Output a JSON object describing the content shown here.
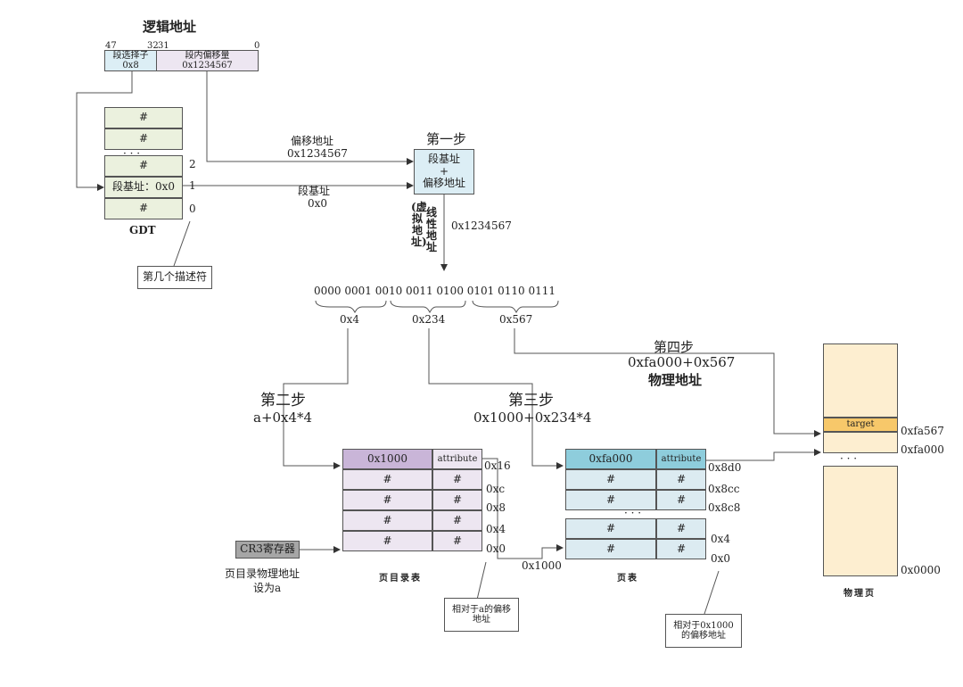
{
  "logical": {
    "title": "逻辑地址",
    "bit_47": "47",
    "bit_32": "32",
    "bit_31": "31",
    "bit_0": "0",
    "selector_label": "段选择子",
    "selector_value": "0x8",
    "offset_label": "段内偏移量",
    "offset_value": "0x1234567"
  },
  "gdt": {
    "title": "GDT",
    "cells": [
      "#",
      "#",
      "#",
      "段基址：0x0",
      "#"
    ],
    "dots": "· · ·",
    "indices": [
      "2",
      "1",
      "0"
    ],
    "note": "第几个描述符"
  },
  "step1": {
    "title": "第一步",
    "box_line1": "段基址",
    "box_plus": "+",
    "box_line2": "偏移地址",
    "offset_label": "偏移地址",
    "offset_value": "0x1234567",
    "base_label": "段基址",
    "base_value": "0x0",
    "linear_col1": "(虚拟地址)",
    "linear_col2": "线性地址",
    "linear_value": "0x1234567"
  },
  "bits": {
    "binary": "0000  0001  0010  0011  0100  0101  0110  0111",
    "g1": "0x4",
    "g2": "0x234",
    "g3": "0x567"
  },
  "step2": {
    "title": "第二步",
    "formula": "a+0x4*4"
  },
  "step3": {
    "title": "第三步",
    "formula": "0x1000+0x234*4"
  },
  "step4": {
    "title": "第四步",
    "formula": "0xfa000+0x567",
    "result": "物理地址"
  },
  "pde": {
    "title": "页目录表",
    "header_addr": "0x1000",
    "header_attr": "attribute",
    "cell": "#",
    "offsets": [
      "0x16",
      "0xc",
      "0x8",
      "0x4",
      "0x0"
    ],
    "cr3": "CR3寄存器",
    "cr3_note_line1": "页目录物理地址",
    "cr3_note_line2": "设为a",
    "note": "相对于a的偏移地址"
  },
  "pte": {
    "title": "页表",
    "header_addr": "0xfa000",
    "header_attr": "attribute",
    "cell": "#",
    "dots": "· · ·",
    "offsets": [
      "0x8d0",
      "0x8cc",
      "0x8c8",
      "0x4",
      "0x0"
    ],
    "base_label": "0x1000",
    "note": "相对于0x1000的偏移地址"
  },
  "phys": {
    "title": "物理页",
    "target": "target",
    "dots": "· · ·",
    "addr_top": "0xfa567",
    "addr_mid": "0xfa000",
    "addr_bottom": "0x0000"
  }
}
